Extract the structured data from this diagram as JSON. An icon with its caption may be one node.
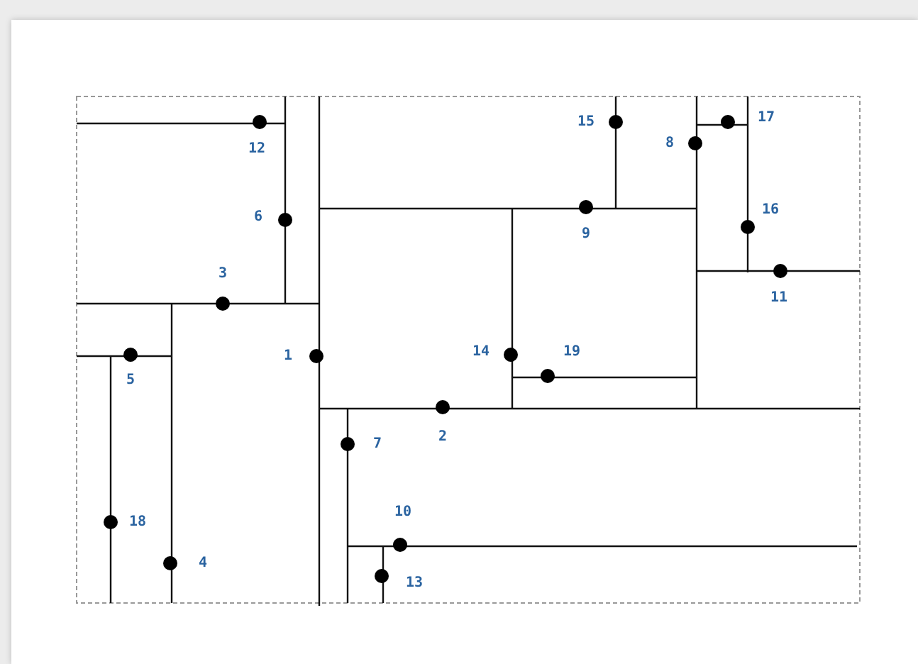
{
  "diagram": {
    "nodes": [
      {
        "text": [],
        "shape": "circle",
        "beside": [
          "1"
        ]
      },
      {
        "text": [],
        "shape": "circle",
        "beside": [
          "2"
        ]
      },
      {
        "text": [],
        "shape": "circle",
        "beside": [
          "3"
        ]
      },
      {
        "text": [],
        "shape": "circle",
        "beside": [
          "4"
        ]
      },
      {
        "text": [],
        "shape": "circle",
        "beside": [
          "5"
        ]
      },
      {
        "text": [],
        "shape": "circle",
        "beside": [
          "6"
        ]
      },
      {
        "text": [],
        "shape": "circle",
        "beside": [
          "7"
        ]
      },
      {
        "text": [],
        "shape": "circle",
        "beside": [
          "8"
        ]
      },
      {
        "text": [],
        "shape": "circle",
        "beside": [
          "9"
        ]
      },
      {
        "text": [],
        "shape": "circle",
        "beside": [
          "10"
        ]
      },
      {
        "text": [],
        "shape": "circle",
        "beside": [
          "11"
        ]
      },
      {
        "text": [],
        "shape": "circle",
        "beside": [
          "12"
        ]
      },
      {
        "text": [],
        "shape": "circle",
        "beside": [
          "13"
        ]
      },
      {
        "text": [],
        "shape": "circle",
        "beside": [
          "14"
        ]
      },
      {
        "text": [],
        "shape": "circle",
        "beside": [
          "15"
        ]
      },
      {
        "text": [],
        "shape": "circle",
        "beside": [
          "16"
        ]
      },
      {
        "text": [],
        "shape": "circle",
        "beside": [
          "17"
        ]
      },
      {
        "text": [],
        "shape": "circle",
        "beside": [
          "18"
        ]
      },
      {
        "text": [],
        "shape": "circle",
        "beside": [
          "19"
        ]
      }
    ]
  }
}
